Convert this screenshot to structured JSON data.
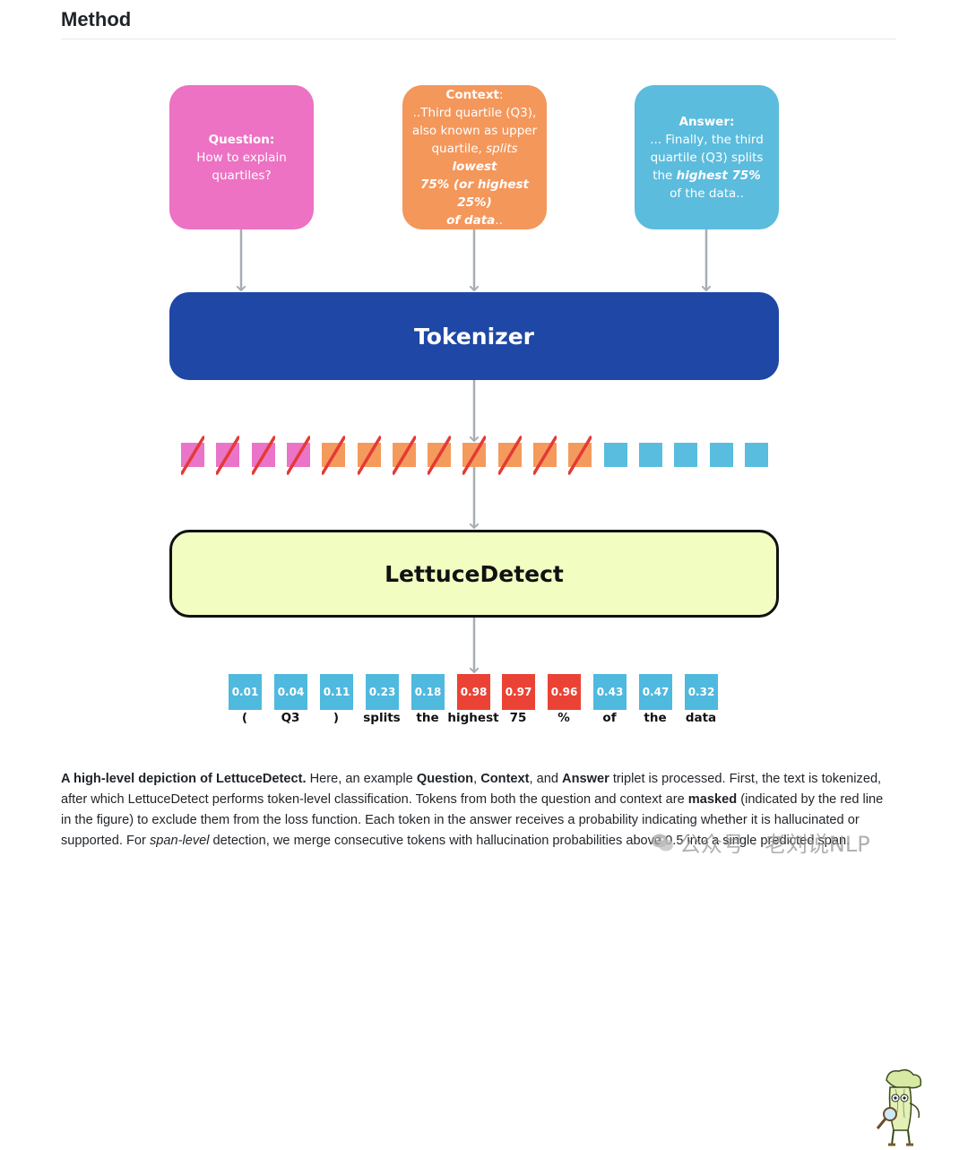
{
  "page": {
    "heading": "Method"
  },
  "question": {
    "title": "Question:",
    "lines": [
      "How to explain",
      "quartiles?"
    ]
  },
  "context": {
    "title": "Context",
    "title_suffix": ":",
    "line1": "..Third quartile (Q3),",
    "line2": "also known as upper",
    "line3_prefix": "quartile, ",
    "line3_italic": "splits",
    "line3_bold": " lowest",
    "line4": "75% (or highest 25%)",
    "line5_bold": "of data",
    "line5_suffix": ".."
  },
  "answer": {
    "title": "Answer:",
    "line1": "... Finally, the third",
    "line2": "quartile (Q3) splits",
    "line3_prefix": "the ",
    "line3_bold": "highest 75%",
    "line4": "of the data.."
  },
  "tokenizer": {
    "label": "Tokenizer"
  },
  "lettucedetect": {
    "label": "LettuceDetect"
  },
  "input_tokens": [
    {
      "source": "question",
      "masked": true
    },
    {
      "source": "question",
      "masked": true
    },
    {
      "source": "question",
      "masked": true
    },
    {
      "source": "question",
      "masked": true
    },
    {
      "source": "context",
      "masked": true
    },
    {
      "source": "context",
      "masked": true
    },
    {
      "source": "context",
      "masked": true
    },
    {
      "source": "context",
      "masked": true
    },
    {
      "source": "context",
      "masked": true
    },
    {
      "source": "context",
      "masked": true
    },
    {
      "source": "context",
      "masked": true
    },
    {
      "source": "context",
      "masked": true
    },
    {
      "source": "answer",
      "masked": false
    },
    {
      "source": "answer",
      "masked": false
    },
    {
      "source": "answer",
      "masked": false
    },
    {
      "source": "answer",
      "masked": false
    },
    {
      "source": "answer",
      "masked": false
    }
  ],
  "output_tokens": [
    {
      "prob": "0.01",
      "token": "(",
      "hallucinated": false
    },
    {
      "prob": "0.04",
      "token": "Q3",
      "hallucinated": false
    },
    {
      "prob": "0.11",
      "token": ")",
      "hallucinated": false
    },
    {
      "prob": "0.23",
      "token": "splits",
      "hallucinated": false
    },
    {
      "prob": "0.18",
      "token": "the",
      "hallucinated": false
    },
    {
      "prob": "0.98",
      "token": "highest",
      "hallucinated": true
    },
    {
      "prob": "0.97",
      "token": "75",
      "hallucinated": true
    },
    {
      "prob": "0.96",
      "token": "%",
      "hallucinated": true
    },
    {
      "prob": "0.43",
      "token": "of",
      "hallucinated": false
    },
    {
      "prob": "0.47",
      "token": "the",
      "hallucinated": false
    },
    {
      "prob": "0.32",
      "token": "data",
      "hallucinated": false
    }
  ],
  "caption": {
    "t1_bold": "A high-level depiction of LettuceDetect.",
    "t2": " Here, an example ",
    "t3_bold": "Question",
    "t4": ", ",
    "t5_bold": "Context",
    "t6": ", and ",
    "t7_bold": "Answer",
    "t8": " triplet is processed. First, the text is tokenized, after which LettuceDetect performs token-level classification. Tokens from both the question and context are ",
    "t9_bold": "masked",
    "t10": " (indicated by the red line in the figure) to exclude them from the loss function. Each token in the answer receives a probability indicating whether it is hallucinated or supported. For ",
    "t11_italic": "span-level",
    "t12": " detection, we merge consecutive tokens with hallucination probabilities above 0.5 into a single predicted span."
  },
  "watermark": {
    "text": "公众号 · 老刘说NLP",
    "icon": "wechat-icon"
  },
  "colors": {
    "question": "#ed72c3",
    "context": "#f4975b",
    "answer": "#5bbcdd",
    "tokenizer": "#1f47a6",
    "lettuce": "#f1fdc1",
    "mask": "#e53935",
    "prob_low": "#4fb9de",
    "prob_high": "#ea4335"
  }
}
